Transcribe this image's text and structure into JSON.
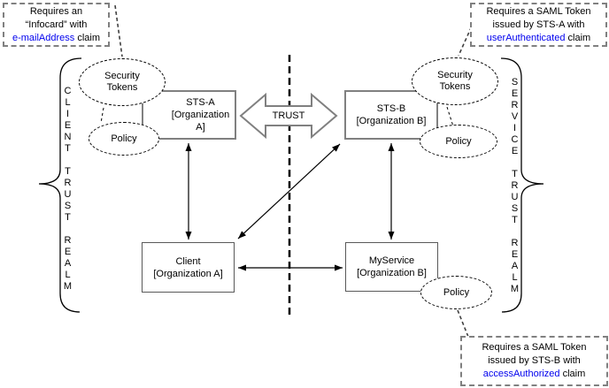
{
  "callouts": {
    "top_left": {
      "line1": "Requires an",
      "line2": "“Infocard” with",
      "link": "e-mailAddress",
      "after": " claim"
    },
    "top_right": {
      "line1": "Requires a SAML Token",
      "line2": "issued by STS-A with",
      "link": "userAuthenticated",
      "after": " claim"
    },
    "bottom_right": {
      "line1": "Requires a SAML Token",
      "line2": "issued by STS-B with",
      "link": "accessAuthorized",
      "after": " claim"
    }
  },
  "nodes": {
    "sts_a": {
      "name": "STS-A",
      "org": "[Organization A]"
    },
    "sts_b": {
      "name": "STS-B",
      "org": "[Organization B]"
    },
    "client": {
      "name": "Client",
      "org": "[Organization A]"
    },
    "myservice": {
      "name": "MyService",
      "org": "[Organization B]"
    },
    "tokens_left": {
      "line1": "Security",
      "line2": "Tokens"
    },
    "tokens_right": {
      "line1": "Security",
      "line2": "Tokens"
    },
    "policy_left": "Policy",
    "policy_right": "Policy",
    "policy_bottom": "Policy"
  },
  "labels": {
    "trust": "TRUST",
    "client_realm_vertical": "C\nL\nI\nE\nN\nT\n\nT\nR\nU\nS\nT\n\nR\nE\nA\nL\nM",
    "service_realm_vertical": "S\nE\nR\nV\nI\nC\nE\n\nT\nR\nU\nS\nT\n\nR\nE\nA\nL\nM"
  },
  "colors": {
    "claim_link": "#0000EE",
    "shape_border": "#808080",
    "line": "#000000"
  }
}
